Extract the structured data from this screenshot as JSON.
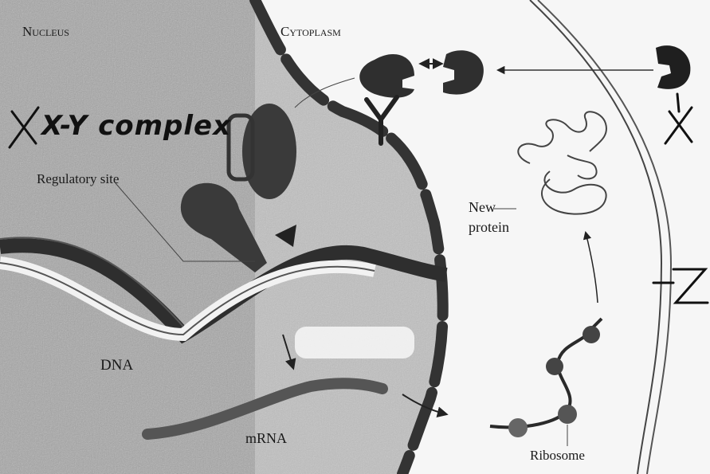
{
  "labels": {
    "nucleus": "Nucleus",
    "cytoplasm": "Cytoplasm",
    "regulatory_site": "Regulatory site",
    "new_protein_line1": "New",
    "new_protein_line2": "protein",
    "dna": "DNA",
    "mrna": "mRNA",
    "ribosome": "Ribosome"
  },
  "handwritten": {
    "complex": "X-Y complex",
    "x_mark": "X",
    "y_mark": "Y",
    "z_mark": "Z"
  },
  "colors": {
    "nucleus_fill": "#9a9a9a",
    "membrane": "#3a3a3a",
    "dark_molecule": "#2f2f2f",
    "background": "#ffffff"
  }
}
